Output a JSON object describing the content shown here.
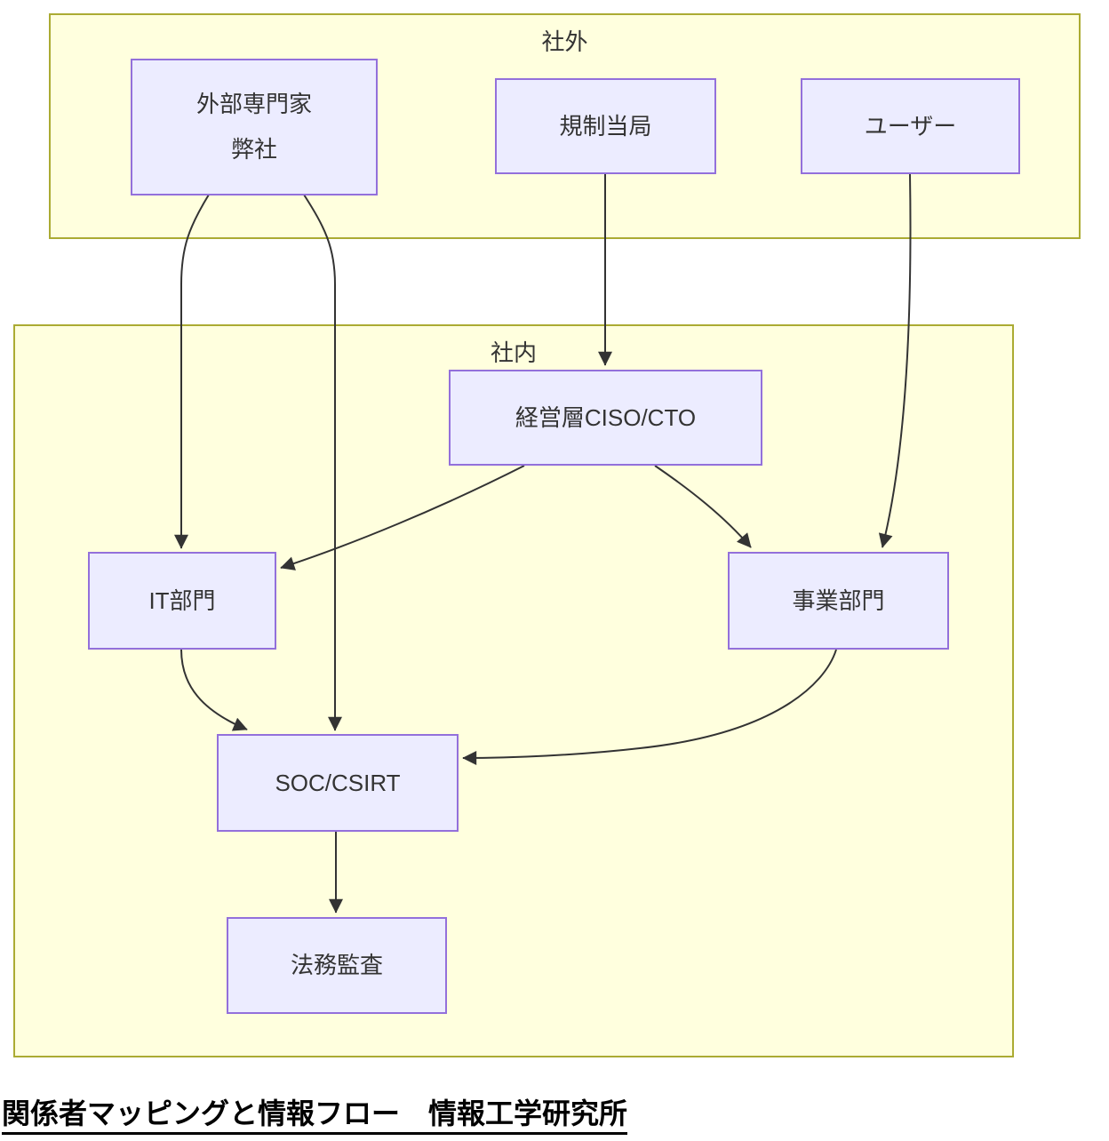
{
  "diagram": {
    "groups": [
      {
        "id": "external",
        "label": "社外"
      },
      {
        "id": "internal",
        "label": "社内"
      }
    ],
    "nodes": [
      {
        "id": "ext-expert",
        "group": "external",
        "lines": [
          "外部専門家",
          "弊社"
        ]
      },
      {
        "id": "regulator",
        "group": "external",
        "lines": [
          "規制当局"
        ]
      },
      {
        "id": "end-user",
        "group": "external",
        "lines": [
          "ユーザー"
        ]
      },
      {
        "id": "management",
        "group": "internal",
        "lines": [
          "経営層CISO/CTO"
        ]
      },
      {
        "id": "it-dept",
        "group": "internal",
        "lines": [
          "IT部門"
        ]
      },
      {
        "id": "business-dept",
        "group": "internal",
        "lines": [
          "事業部門"
        ]
      },
      {
        "id": "soc-csirt",
        "group": "internal",
        "lines": [
          "SOC/CSIRT"
        ]
      },
      {
        "id": "legal-audit",
        "group": "internal",
        "lines": [
          "法務監査"
        ]
      }
    ],
    "edges": [
      {
        "from": "ext-expert",
        "to": "it-dept"
      },
      {
        "from": "ext-expert",
        "to": "soc-csirt"
      },
      {
        "from": "regulator",
        "to": "management"
      },
      {
        "from": "end-user",
        "to": "business-dept"
      },
      {
        "from": "management",
        "to": "it-dept"
      },
      {
        "from": "management",
        "to": "business-dept"
      },
      {
        "from": "it-dept",
        "to": "soc-csirt"
      },
      {
        "from": "business-dept",
        "to": "soc-csirt"
      },
      {
        "from": "soc-csirt",
        "to": "legal-audit"
      }
    ],
    "caption": "関係者マッピングと情報フロー　情報工学研究所",
    "colors": {
      "node_fill": "#ECECFF",
      "node_border": "#9370DB",
      "group_fill": "#FFFFDE",
      "group_border": "#ABAB33",
      "edge": "#333333",
      "text": "#333333",
      "caption_text": "#000000",
      "background": "#FFFFFF"
    }
  }
}
